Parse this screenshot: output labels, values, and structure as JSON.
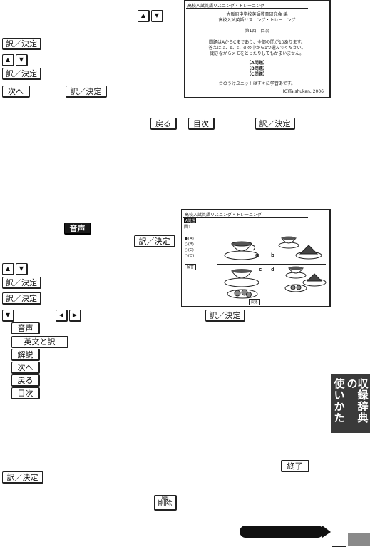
{
  "keys": {
    "decide": "訳／決定",
    "next": "次へ",
    "back": "戻る",
    "index": "目次",
    "audio": "音声",
    "eng_trans": "英文と訳",
    "explain": "解説",
    "end": "終了",
    "delete_small": "履歴",
    "delete": "削除"
  },
  "arrows": {
    "up": "▲",
    "down": "▼",
    "left": "◀",
    "right": "▶"
  },
  "screen1": {
    "title": "高校入試英語リスニング・トレーニング",
    "publisher": "大阪府中学校英語教育研究会 編",
    "subtitle": "高校入試英語リスニング・トレーニング",
    "chapter": "第1回　目次",
    "instr1": "問題はAからCまであり、全部の問が10あります。",
    "instr2": "答えは a、b、c、d の中から1つ選んでください。",
    "instr3": "聞きながらメモをとったりしてもかまいません。",
    "menu": [
      "【A問題】",
      "【B問題】",
      "【C問題】"
    ],
    "note": "台のうけユニットはすぐに学習あです。",
    "copyright": "(C)Taishukan, 2006"
  },
  "screen2": {
    "title": "高校入試英語リスニング・トレーニング",
    "badge": "A問題",
    "question": "問1",
    "options": [
      "●(A)",
      "○(B)",
      "○(C)",
      "○(D)"
    ],
    "left_button": "解答",
    "quad_labels": [
      "a",
      "b",
      "c",
      "d"
    ],
    "bottom_button": "戻る"
  },
  "side_tab": {
    "line1": "収録辞典の",
    "line2": "使いかた"
  },
  "colors": {
    "tab_bg": "#3a3a3a",
    "page_chip": "#8a8a8a",
    "key_border": "#222222"
  }
}
